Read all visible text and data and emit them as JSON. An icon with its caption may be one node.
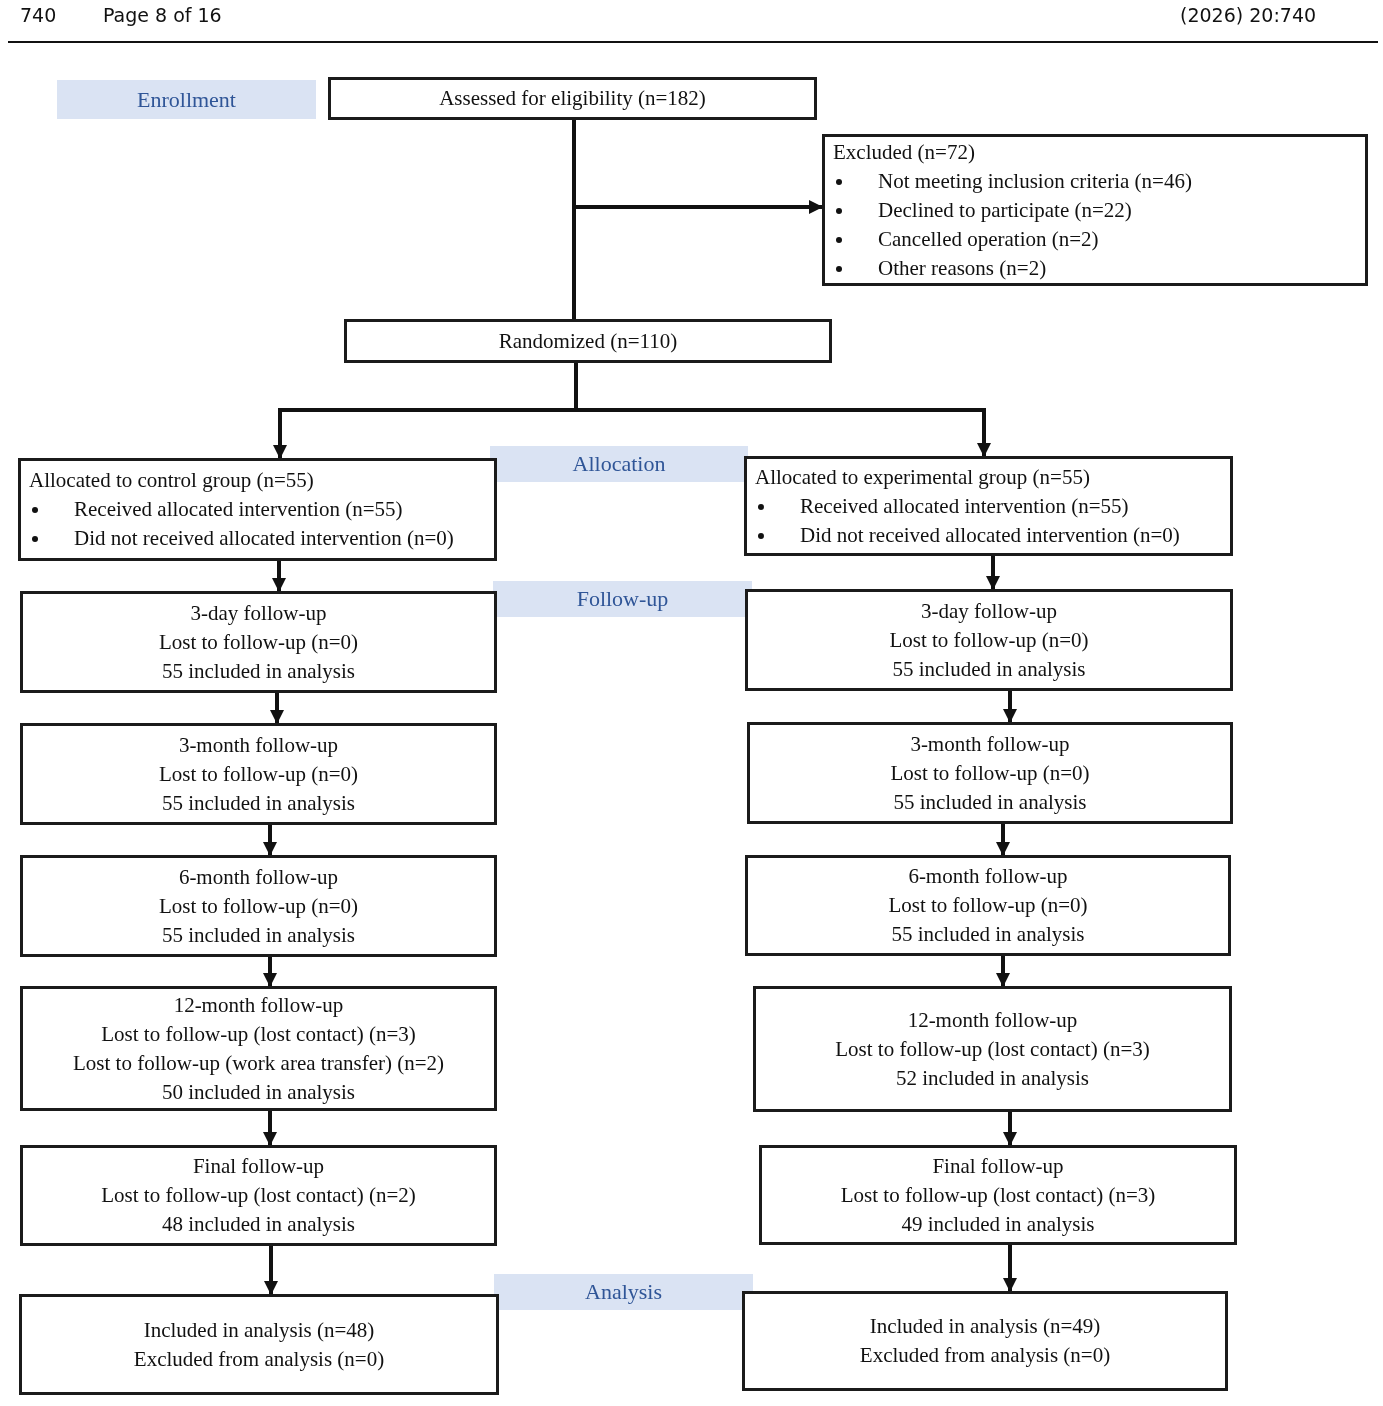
{
  "diagram": {
    "nodes": [
      {
        "text": [
          "Enrollment"
        ]
      },
      {
        "text": [
          "Assessed for eligibility (n=182)"
        ]
      },
      {
        "text": [
          "Excluded (n=72)",
          "Not meeting inclusion criteria (n=46)",
          "Declined to participate (n=22)",
          "Cancelled operation (n=2)",
          "Other reasons (n=2)"
        ]
      },
      {
        "text": [
          "Randomized (n=110)"
        ]
      },
      {
        "text": [
          "Allocation"
        ]
      },
      {
        "text": [
          "Allocated to control group (n=55)",
          "Received allocated intervention (n=55)",
          "Did not received allocated intervention (n=0)"
        ]
      },
      {
        "text": [
          "Allocated to experimental group (n=55)",
          "Received allocated intervention (n=55)",
          "Did not received allocated intervention (n=0)"
        ]
      },
      {
        "text": [
          "Follow-up"
        ]
      },
      {
        "text": [
          "3-day follow-up",
          "Lost to follow-up (n=0)",
          "55 included in analysis"
        ]
      },
      {
        "text": [
          "3-day follow-up",
          "Lost to follow-up (n=0)",
          "55 included in analysis"
        ]
      },
      {
        "text": [
          "3-month follow-up",
          "Lost to follow-up (n=0)",
          "55 included in analysis"
        ]
      },
      {
        "text": [
          "3-month follow-up",
          "Lost to follow-up (n=0)",
          "55 included in analysis"
        ]
      },
      {
        "text": [
          "6-month follow-up",
          "Lost to follow-up (n=0)",
          "55 included in analysis"
        ]
      },
      {
        "text": [
          "6-month follow-up",
          "Lost to follow-up (n=0)",
          "55 included in analysis"
        ]
      },
      {
        "text": [
          "12-month follow-up",
          "Lost to follow-up (lost contact) (n=3)",
          "Lost to follow-up (work area transfer) (n=2)",
          "50 included in analysis"
        ]
      },
      {
        "text": [
          "12-month follow-up",
          "Lost to follow-up (lost contact) (n=3)",
          "52 included in analysis"
        ]
      },
      {
        "text": [
          "Final follow-up",
          "Lost to follow-up (lost contact) (n=2)",
          "48 included in analysis"
        ]
      },
      {
        "text": [
          "Final follow-up",
          "Lost to follow-up (lost contact) (n=3)",
          "49 included in analysis"
        ]
      },
      {
        "text": [
          "Analysis"
        ]
      },
      {
        "text": [
          "Included in analysis (n=48)",
          "Excluded from analysis (n=0)"
        ]
      },
      {
        "text": [
          "Included in analysis (n=49)",
          "Excluded from analysis (n=0)"
        ]
      }
    ],
    "edges": [
      {
        "from": 1,
        "to": 3,
        "arrow": "none"
      },
      {
        "from": 1,
        "to": 2,
        "arrow": "to"
      },
      {
        "from": 3,
        "to": 5,
        "arrow": "to"
      },
      {
        "from": 3,
        "to": 6,
        "arrow": "to"
      },
      {
        "from": 5,
        "to": 8,
        "arrow": "to"
      },
      {
        "from": 8,
        "to": 10,
        "arrow": "to"
      },
      {
        "from": 10,
        "to": 12,
        "arrow": "to"
      },
      {
        "from": 12,
        "to": 14,
        "arrow": "to"
      },
      {
        "from": 14,
        "to": 16,
        "arrow": "to"
      },
      {
        "from": 16,
        "to": 19,
        "arrow": "to"
      },
      {
        "from": 6,
        "to": 9,
        "arrow": "to"
      },
      {
        "from": 9,
        "to": 11,
        "arrow": "to"
      },
      {
        "from": 11,
        "to": 13,
        "arrow": "to"
      },
      {
        "from": 13,
        "to": 15,
        "arrow": "to"
      },
      {
        "from": 15,
        "to": 17,
        "arrow": "to"
      },
      {
        "from": 17,
        "to": 20,
        "arrow": "to"
      }
    ],
    "labels": [
      "740",
      "Page 8 of 16",
      "(2026) 20:740"
    ]
  }
}
